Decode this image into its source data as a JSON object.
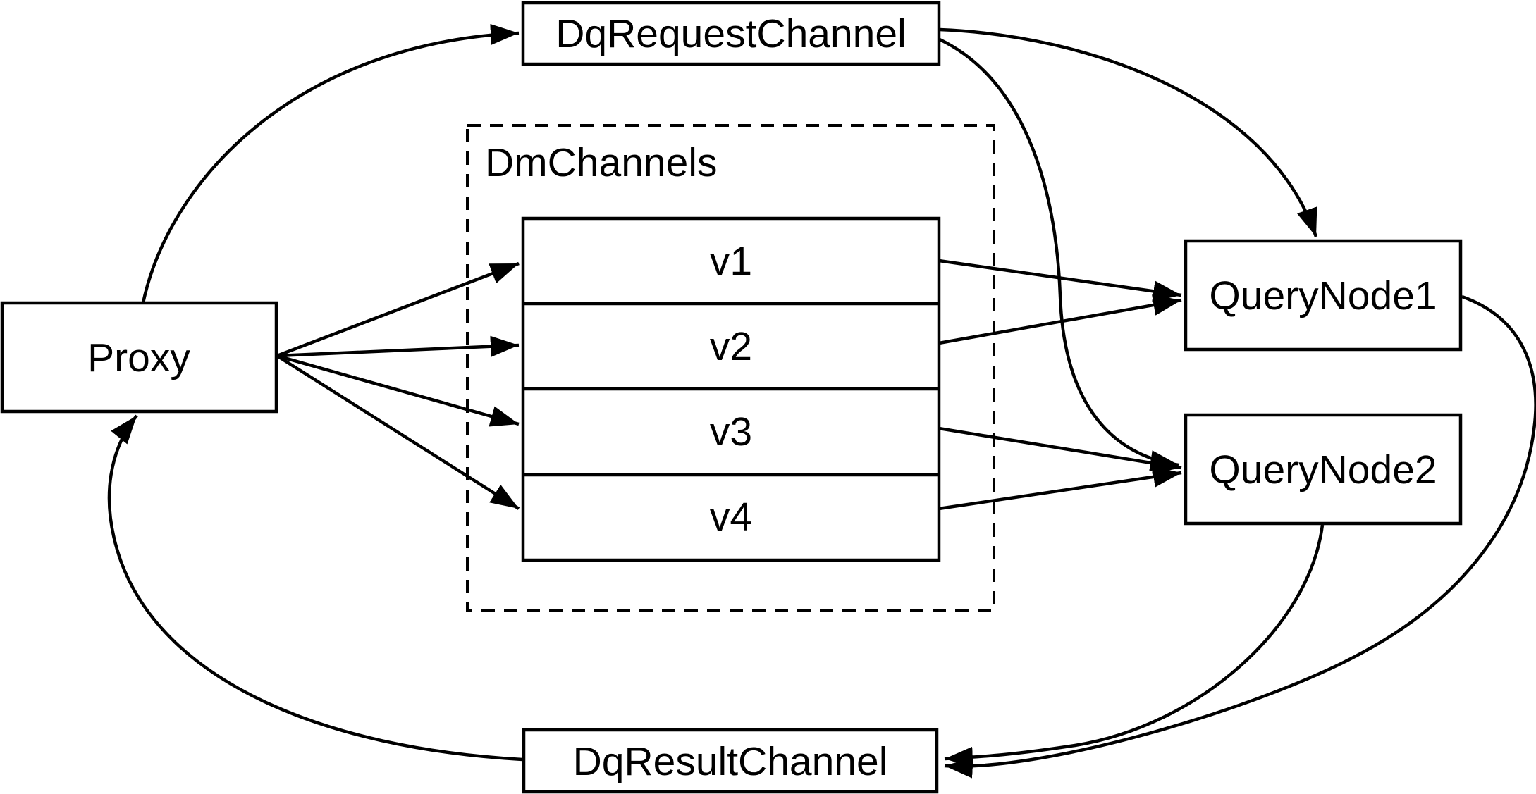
{
  "diagram": {
    "colors": {
      "background": "#ffffff",
      "stroke": "#000000",
      "text": "#000000"
    },
    "nodes": {
      "proxy": {
        "label": "Proxy"
      },
      "request_channel": {
        "label": "DqRequestChannel"
      },
      "result_channel": {
        "label": "DqResultChannel"
      },
      "dm_group": {
        "label": "DmChannels"
      },
      "channels": [
        {
          "label": "v1"
        },
        {
          "label": "v2"
        },
        {
          "label": "v3"
        },
        {
          "label": "v4"
        }
      ],
      "query_node1": {
        "label": "QueryNode1"
      },
      "query_node2": {
        "label": "QueryNode2"
      }
    },
    "edges": [
      {
        "from": "Proxy",
        "to": "DqRequestChannel"
      },
      {
        "from": "DqRequestChannel",
        "to": "QueryNode1"
      },
      {
        "from": "DqRequestChannel",
        "to": "QueryNode2"
      },
      {
        "from": "Proxy",
        "to": "v1"
      },
      {
        "from": "Proxy",
        "to": "v2"
      },
      {
        "from": "Proxy",
        "to": "v3"
      },
      {
        "from": "Proxy",
        "to": "v4"
      },
      {
        "from": "v1",
        "to": "QueryNode1"
      },
      {
        "from": "v2",
        "to": "QueryNode1"
      },
      {
        "from": "v3",
        "to": "QueryNode2"
      },
      {
        "from": "v4",
        "to": "QueryNode2"
      },
      {
        "from": "QueryNode1",
        "to": "DqResultChannel"
      },
      {
        "from": "QueryNode2",
        "to": "DqResultChannel"
      },
      {
        "from": "DqResultChannel",
        "to": "Proxy"
      }
    ]
  }
}
